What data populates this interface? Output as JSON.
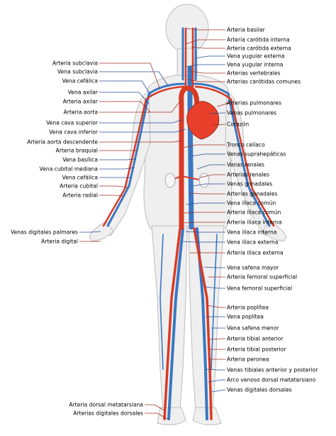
{
  "colors": {
    "artery": "#d93a25",
    "vein": "#3a78c2",
    "body_fill": "#efefef",
    "body_stroke": "#bdbdbd",
    "heart": "#e8402a",
    "leader_red": "#a33022",
    "leader_blue": "#2a4f9a"
  },
  "labels": {
    "right": [
      {
        "text": "Arteria basilar",
        "type": "artery"
      },
      {
        "text": "Arteria carótida interna",
        "type": "artery"
      },
      {
        "text": "Arteria carótida externa",
        "type": "artery"
      },
      {
        "text": "Vena yugular externa",
        "type": "vein"
      },
      {
        "text": "Vena yugular interna",
        "type": "vein"
      },
      {
        "text": "Arterias vertebrales",
        "type": "artery"
      },
      {
        "text": "Arterias carótidas comunes",
        "type": "artery"
      },
      {
        "text": "Arterias pulmonares",
        "type": "artery"
      },
      {
        "text": "Venas pulmonares",
        "type": "vein"
      },
      {
        "text": "Corazón",
        "type": "artery"
      },
      {
        "text": "Tronco celíaco",
        "type": "artery"
      },
      {
        "text": "Venas suprahepáticas",
        "type": "vein"
      },
      {
        "text": "Venas renales",
        "type": "vein"
      },
      {
        "text": "Arterias renales",
        "type": "artery"
      },
      {
        "text": "Venas gonadales",
        "type": "vein"
      },
      {
        "text": "Arterias gonadales",
        "type": "artery"
      },
      {
        "text": "Vena ilíaca común",
        "type": "vein"
      },
      {
        "text": "Arteria ilíaca común",
        "type": "artery"
      },
      {
        "text": "Arteria ilíaca interna",
        "type": "artery"
      },
      {
        "text": "Vena ilíaca interna",
        "type": "vein"
      },
      {
        "text": "Vena ilíaca externa",
        "type": "vein"
      },
      {
        "text": "Arteria ilíaca externa",
        "type": "artery"
      },
      {
        "text": "Vena safena mayor",
        "type": "vein"
      },
      {
        "text": "Arteria femoral superficial",
        "type": "artery"
      },
      {
        "text": "Vena femoral superficial",
        "type": "vein"
      },
      {
        "text": "Arteria poplítea",
        "type": "artery"
      },
      {
        "text": "Vena poplítea",
        "type": "vein"
      },
      {
        "text": "Vena safena menor",
        "type": "vein"
      },
      {
        "text": "Arteria tibial anterior",
        "type": "artery"
      },
      {
        "text": "Arteria tibial posterior",
        "type": "artery"
      },
      {
        "text": "Arteria peronea",
        "type": "artery"
      },
      {
        "text": "Venas tibiales anterior y posterior",
        "type": "vein"
      },
      {
        "text": "Arco venoso dorsal metatarsiano",
        "type": "vein"
      },
      {
        "text": "Venas digitales dorsales",
        "type": "vein"
      }
    ],
    "left": [
      {
        "text": "Arteria subclavia",
        "type": "artery"
      },
      {
        "text": "Vena subclavia",
        "type": "vein"
      },
      {
        "text": "Vena cefálica",
        "type": "vein"
      },
      {
        "text": "Vena axilar",
        "type": "vein"
      },
      {
        "text": "Arteria axilar",
        "type": "artery"
      },
      {
        "text": "Arteria aorta",
        "type": "artery"
      },
      {
        "text": "Vena cava superior",
        "type": "vein"
      },
      {
        "text": "Vena cava inferior",
        "type": "vein"
      },
      {
        "text": "Arteria aorta descendente",
        "type": "artery"
      },
      {
        "text": "Arteria braquial",
        "type": "artery"
      },
      {
        "text": "Vena basílica",
        "type": "vein"
      },
      {
        "text": "Vena cubital mediana",
        "type": "vein"
      },
      {
        "text": "Vena cefálica",
        "type": "vein"
      },
      {
        "text": "Arteria cubital",
        "type": "artery"
      },
      {
        "text": "Arteria radial",
        "type": "artery"
      },
      {
        "text": "Venas digitales palmares",
        "type": "vein"
      },
      {
        "text": "Arteria digital",
        "type": "artery"
      },
      {
        "text": "Arteria dorsal metatarsiana",
        "type": "artery"
      },
      {
        "text": "Arterias digitales dorsales",
        "type": "artery"
      }
    ]
  }
}
